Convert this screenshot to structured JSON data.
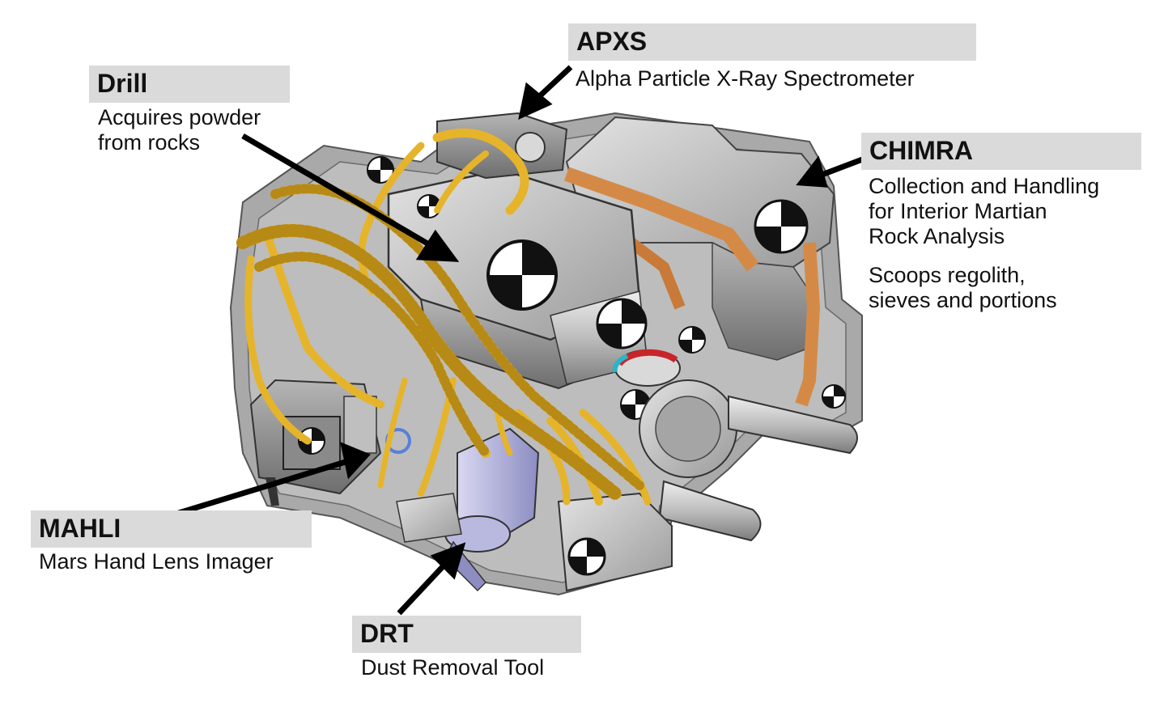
{
  "callouts": {
    "drill": {
      "title": "Drill",
      "desc": "Acquires powder\nfrom rocks"
    },
    "apxs": {
      "title": "APXS",
      "desc": "Alpha Particle X-Ray Spectrometer"
    },
    "chimra": {
      "title": "CHIMRA",
      "desc": "Collection and Handling\nfor Interior Martian\nRock Analysis",
      "desc2": "Scoops regolith,\nsieves and portions"
    },
    "mahli": {
      "title": "MAHLI",
      "desc": "Mars Hand Lens Imager"
    },
    "drt": {
      "title": "DRT",
      "desc": "Dust Removal Tool"
    }
  },
  "colors": {
    "label_bar": "#dadada",
    "cable": "#e6b42a",
    "metal_light": "#c9c9c9",
    "metal_dark": "#8c8c8c",
    "copper": "#d48a46",
    "arrow": "#000000"
  }
}
